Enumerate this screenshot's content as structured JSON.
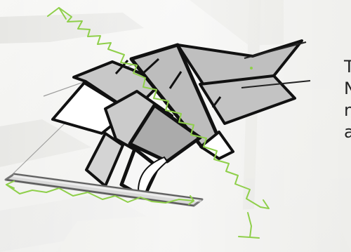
{
  "image": {
    "subject": "architectural-sketch",
    "background_color": "#f1f1ef",
    "accent_color": "#8fcf4a",
    "outline_color": "#111111",
    "fill_gray": "#c9c9c9",
    "light_gray": "#d9d9d9"
  },
  "side_text": {
    "lines": [
      "T",
      "N",
      "n",
      "a"
    ]
  }
}
